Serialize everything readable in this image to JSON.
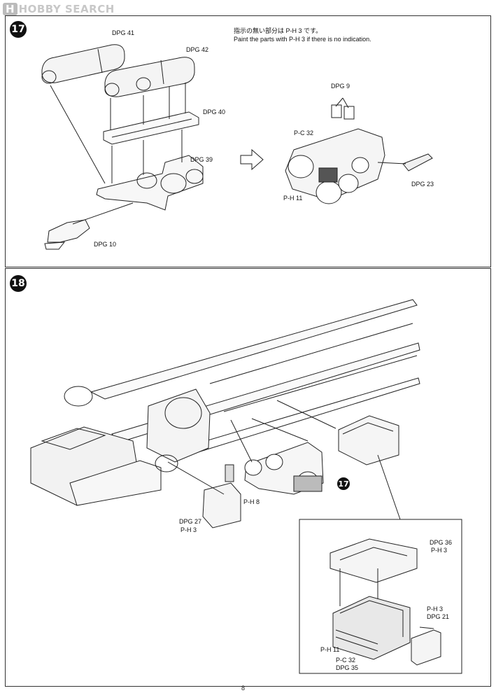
{
  "header": {
    "logo_hobby": "H",
    "logo_text": "HOBBY SEARCH"
  },
  "step17": {
    "number": "17",
    "note_jp": "指示の無い部分は P-H 3 です。",
    "note_en": "Paint the parts with P-H 3 if there is no indication.",
    "labels": {
      "dpg41": "DPG 41",
      "dpg42": "DPG 42",
      "dpg40": "DPG 40",
      "dpg39": "DPG 39",
      "dpg10": "DPG 10",
      "dpg9": "DPG 9",
      "pc32": "P-C 32",
      "ph11": "P-H 11",
      "dpg23": "DPG 23"
    }
  },
  "step18": {
    "number": "18",
    "labels": {
      "ph8": "P-H 8",
      "dpg27": "DPG 27",
      "ph3": "P-H 3",
      "ref17": "17",
      "dpg36": "DPG 36",
      "ph3b": "P-H 3",
      "ph3c": "P-H 3",
      "dpg21": "DPG 21",
      "ph11": "P-H 11",
      "pc32": "P-C 32",
      "dpg35": "DPG 35"
    }
  },
  "footer": {
    "page_number": "8"
  }
}
